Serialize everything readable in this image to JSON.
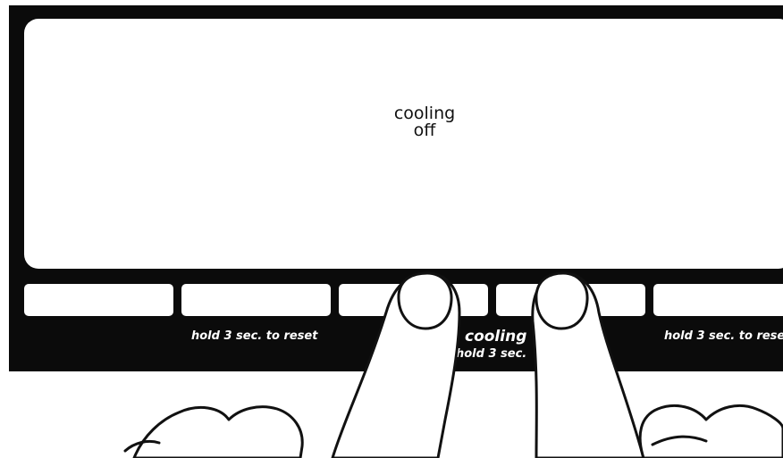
{
  "display": {
    "line1": "cooling",
    "line2": "off"
  },
  "captions": {
    "left_reset": "hold 3 sec. to reset",
    "center_title": "cooling",
    "center_hold": "hold 3 sec.",
    "right_reset": "hold 3 sec. to rese"
  },
  "colors": {
    "panel": "#0b0b0b",
    "screen": "#ffffff",
    "caption_text": "#ffffff"
  }
}
